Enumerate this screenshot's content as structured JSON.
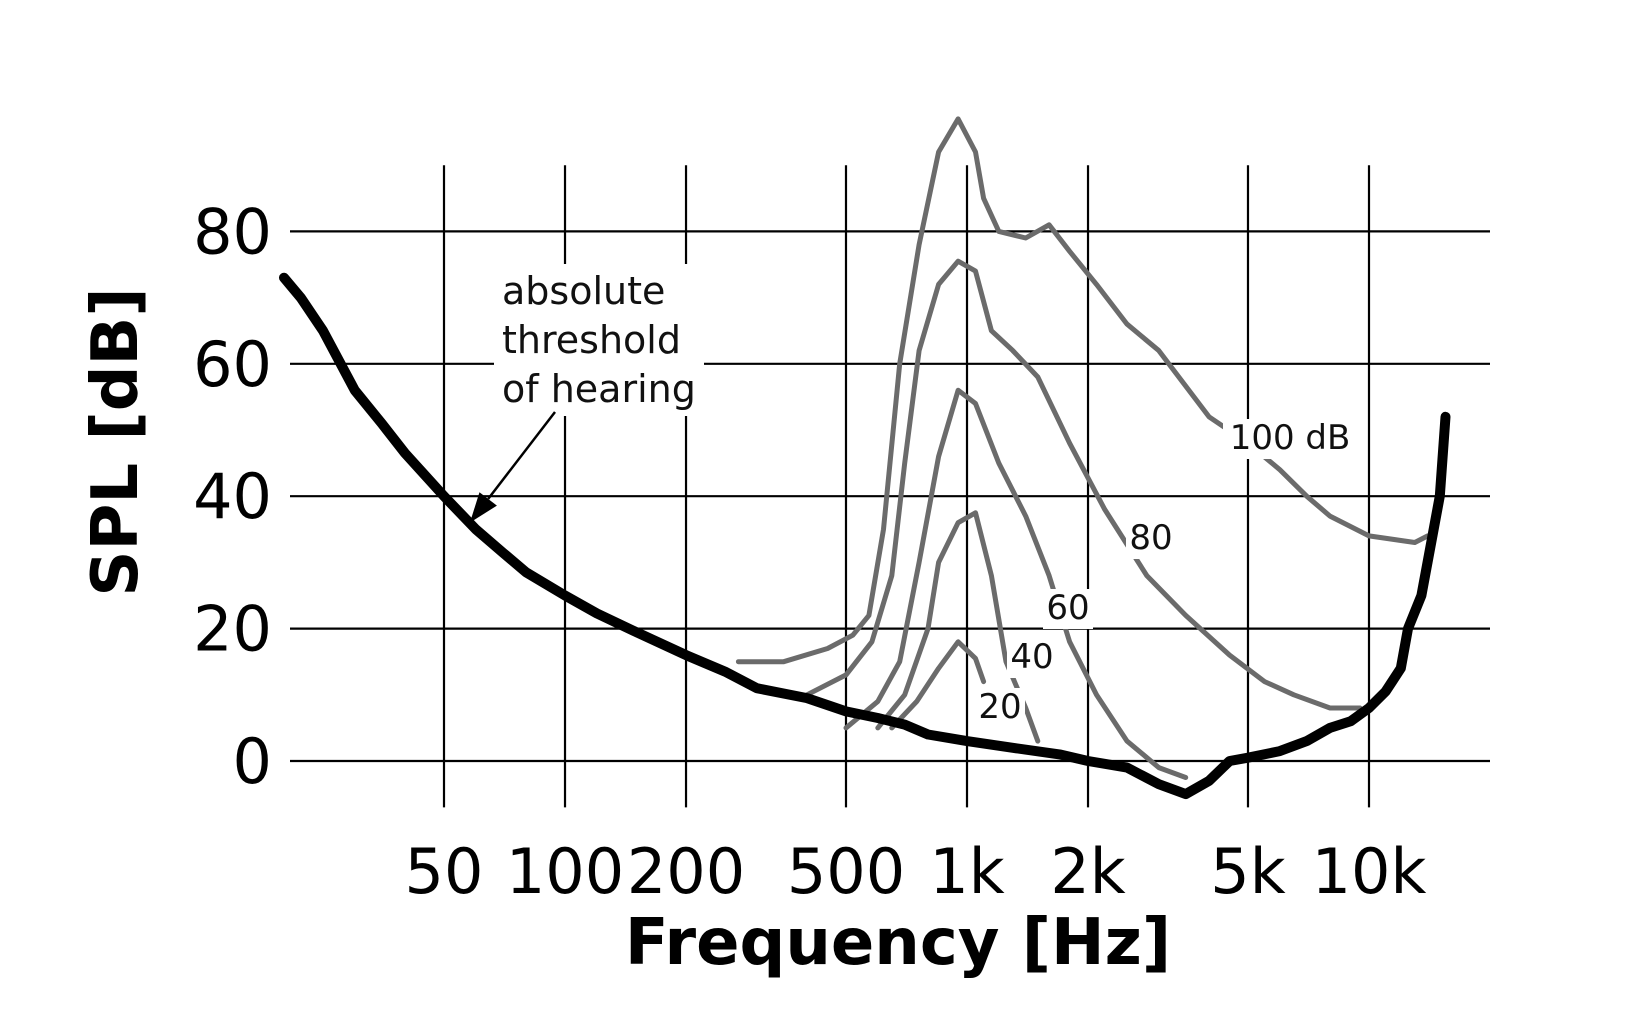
{
  "chart_data": {
    "type": "line",
    "xscale": "log",
    "xlabel": "Frequency [Hz]",
    "ylabel": "SPL [dB]",
    "xlim": [
      16,
      16000
    ],
    "ylim": [
      -8,
      92
    ],
    "grid": true,
    "x_ticks": [
      50,
      100,
      200,
      500,
      1000,
      2000,
      5000,
      10000
    ],
    "x_tick_labels": [
      "50",
      "100",
      "200",
      "500",
      "1k",
      "2k",
      "5k",
      "10k"
    ],
    "y_ticks": [
      0,
      20,
      40,
      60,
      80
    ],
    "y_tick_labels": [
      "0",
      "20",
      "40",
      "60",
      "80"
    ],
    "annotation": {
      "lines": [
        "absolute",
        "threshold",
        "of hearing"
      ],
      "target": [
        58,
        36
      ]
    },
    "threshold": {
      "color": "#000000",
      "points": [
        [
          20,
          73
        ],
        [
          22,
          70
        ],
        [
          25,
          65
        ],
        [
          30,
          56
        ],
        [
          35,
          51
        ],
        [
          40,
          46.5
        ],
        [
          50,
          40
        ],
        [
          60,
          35
        ],
        [
          70,
          31.5
        ],
        [
          80,
          28.5
        ],
        [
          100,
          25
        ],
        [
          120,
          22.3
        ],
        [
          150,
          19.5
        ],
        [
          200,
          16
        ],
        [
          250,
          13.5
        ],
        [
          300,
          11
        ],
        [
          400,
          9.5
        ],
        [
          500,
          7.5
        ],
        [
          600,
          6.5
        ],
        [
          700,
          5.5
        ],
        [
          800,
          4
        ],
        [
          1000,
          3
        ],
        [
          1300,
          2
        ],
        [
          1700,
          1
        ],
        [
          2000,
          0
        ],
        [
          2500,
          -1
        ],
        [
          3000,
          -3.5
        ],
        [
          3500,
          -5
        ],
        [
          4000,
          -3
        ],
        [
          4500,
          0
        ],
        [
          5000,
          0.5
        ],
        [
          6000,
          1.5
        ],
        [
          7000,
          3
        ],
        [
          8000,
          5
        ],
        [
          9000,
          6
        ],
        [
          10000,
          8
        ],
        [
          11000,
          10.5
        ],
        [
          12000,
          14
        ],
        [
          12500,
          20
        ],
        [
          13500,
          25
        ],
        [
          15000,
          40
        ],
        [
          15500,
          52
        ]
      ]
    },
    "series": [
      {
        "name": "20",
        "color": "#6b6b6b",
        "points": [
          [
            650,
            5
          ],
          [
            750,
            9
          ],
          [
            850,
            14
          ],
          [
            950,
            18
          ],
          [
            1050,
            15.5
          ],
          [
            1100,
            12
          ]
        ]
      },
      {
        "name": "40",
        "color": "#6b6b6b",
        "points": [
          [
            600,
            5
          ],
          [
            700,
            10
          ],
          [
            800,
            20
          ],
          [
            850,
            30
          ],
          [
            950,
            36
          ],
          [
            1050,
            37.5
          ],
          [
            1150,
            28
          ],
          [
            1250,
            15
          ],
          [
            1400,
            8
          ],
          [
            1500,
            3
          ]
        ]
      },
      {
        "name": "60",
        "color": "#6b6b6b",
        "points": [
          [
            500,
            5
          ],
          [
            600,
            9
          ],
          [
            680,
            15
          ],
          [
            760,
            30
          ],
          [
            850,
            46
          ],
          [
            950,
            56
          ],
          [
            1050,
            54
          ],
          [
            1200,
            45
          ],
          [
            1400,
            37
          ],
          [
            1600,
            28
          ],
          [
            1800,
            18
          ],
          [
            2100,
            10
          ],
          [
            2500,
            3
          ],
          [
            3000,
            -1
          ],
          [
            3500,
            -2.5
          ]
        ]
      },
      {
        "name": "80",
        "color": "#6b6b6b",
        "points": [
          [
            400,
            10
          ],
          [
            500,
            13
          ],
          [
            580,
            18
          ],
          [
            650,
            28
          ],
          [
            700,
            45
          ],
          [
            760,
            62
          ],
          [
            850,
            72
          ],
          [
            950,
            75.5
          ],
          [
            1050,
            74
          ],
          [
            1150,
            65
          ],
          [
            1300,
            62
          ],
          [
            1500,
            58
          ],
          [
            1800,
            48
          ],
          [
            2200,
            38
          ],
          [
            2800,
            28
          ],
          [
            3500,
            22
          ],
          [
            4500,
            16
          ],
          [
            5500,
            12
          ],
          [
            6500,
            10
          ],
          [
            8000,
            8
          ],
          [
            9500,
            8
          ]
        ]
      },
      {
        "name": "100 dB",
        "color": "#6b6b6b",
        "points": [
          [
            270,
            15
          ],
          [
            350,
            15
          ],
          [
            450,
            17
          ],
          [
            520,
            19
          ],
          [
            570,
            22
          ],
          [
            620,
            35
          ],
          [
            680,
            60
          ],
          [
            760,
            78
          ],
          [
            850,
            92
          ],
          [
            950,
            97
          ],
          [
            1050,
            92
          ],
          [
            1100,
            85
          ],
          [
            1200,
            80
          ],
          [
            1400,
            79
          ],
          [
            1600,
            81
          ],
          [
            1800,
            77
          ],
          [
            2100,
            72
          ],
          [
            2500,
            66
          ],
          [
            3000,
            62
          ],
          [
            4000,
            52
          ],
          [
            5000,
            48
          ],
          [
            6000,
            44
          ],
          [
            7000,
            40
          ],
          [
            8000,
            37
          ],
          [
            10000,
            34
          ],
          [
            13000,
            33
          ],
          [
            14000,
            34
          ]
        ]
      }
    ]
  }
}
